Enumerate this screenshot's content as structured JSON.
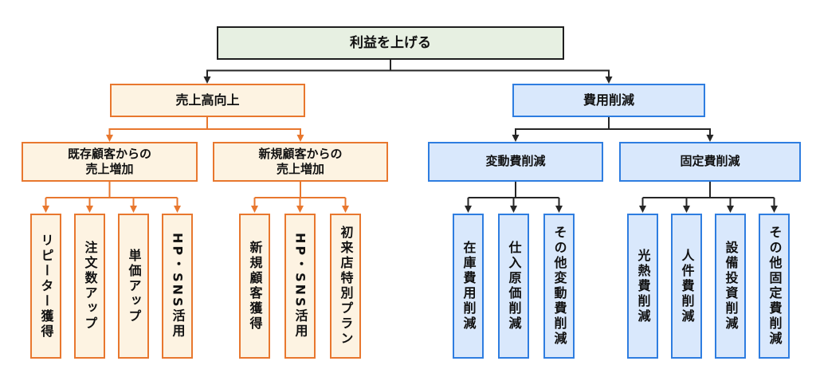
{
  "colors": {
    "green_fill": "#e7f0e2",
    "dark": "#1f1f1f",
    "orange": "#e8772e",
    "orange_fill": "#fdf3e2",
    "blue": "#2e7de0",
    "blue_fill": "#d9e8fc",
    "line_dark": "#262626"
  },
  "nodes": {
    "root": "利益を上げる",
    "sales": "売上高向上",
    "cost": "費用削減",
    "existing": "既存顧客からの\n売上増加",
    "newcust": "新規顧客からの\n売上増加",
    "variable": "変動費削減",
    "fixed": "固定費削減",
    "leaves_existing": [
      "リピーター獲得",
      "注文数アップ",
      "単価アップ",
      "HP・SNS活用"
    ],
    "leaves_new": [
      "新規顧客獲得",
      "HP・SNS活用",
      "初来店特別プラン"
    ],
    "leaves_variable": [
      "在庫費用削減",
      "仕入原価削減",
      "その他変動費削減"
    ],
    "leaves_fixed": [
      "光熱費削減",
      "人件費削減",
      "設備投資削減",
      "その他固定費削減"
    ]
  }
}
